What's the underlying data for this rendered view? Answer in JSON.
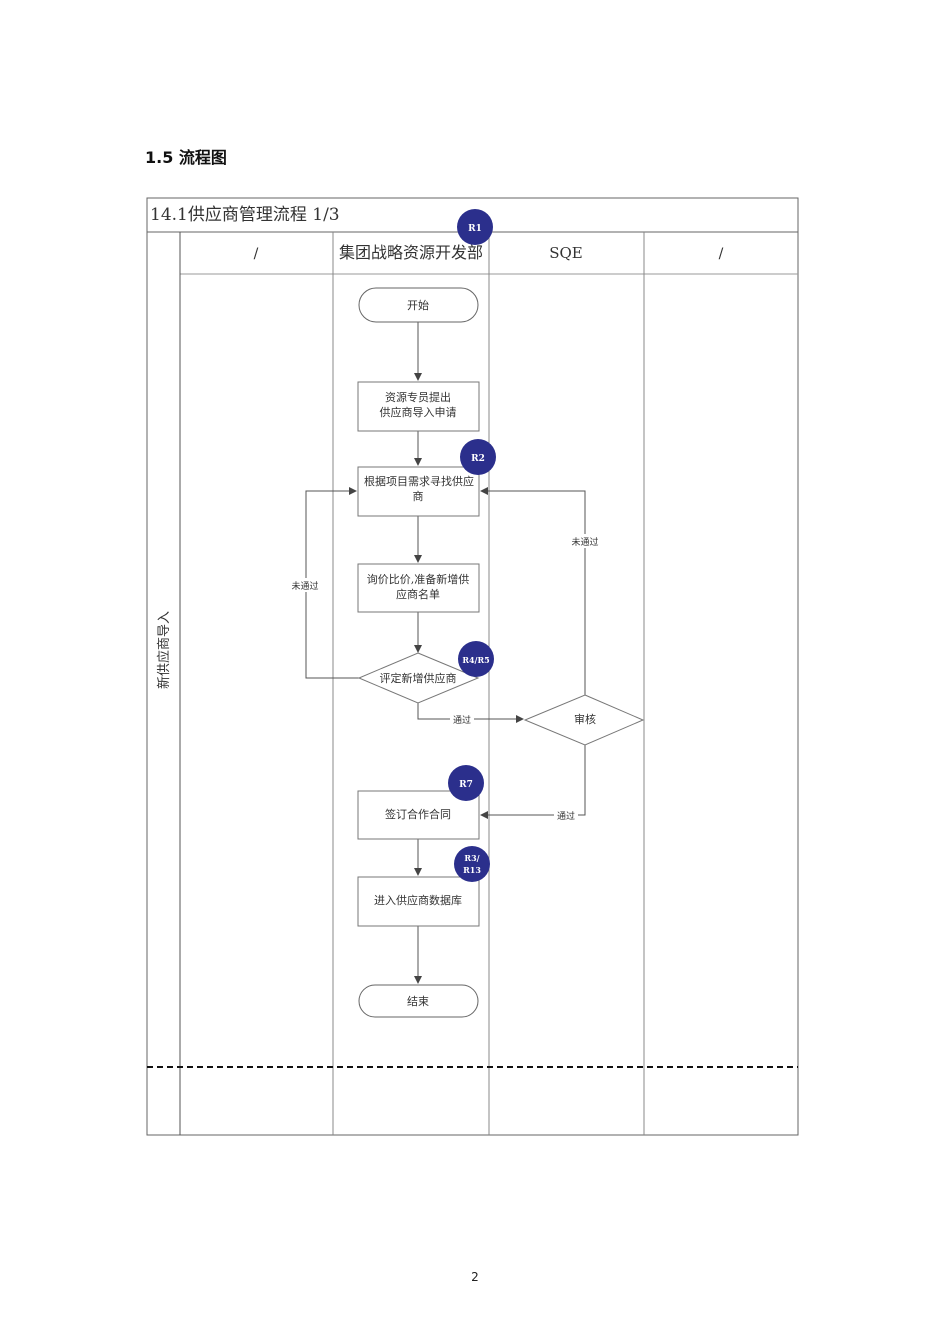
{
  "section_heading": "1.5 流程图",
  "page_number": "2",
  "diagram": {
    "title": "14.1供应商管理流程 1/3",
    "row_label": "新供应商导入",
    "lanes": [
      "/",
      "集团战略资源开发部",
      "SQE",
      "/"
    ],
    "nodes": {
      "start": "开始",
      "apply_line1": "资源专员提出",
      "apply_line2": "供应商导入申请",
      "search_line1": "根据项目需求寻找供应",
      "search_line2": "商",
      "quote_line1": "询价比价,准备新增供",
      "quote_line2": "应商名单",
      "evaluate": "评定新增供应商",
      "review": "审核",
      "contract": "签订合作合同",
      "database": "进入供应商数据库",
      "end": "结束"
    },
    "edge_labels": {
      "fail_left": "未通过",
      "fail_right": "未通过",
      "pass_to_review": "通过",
      "pass_to_contract": "通过"
    },
    "badges": {
      "r1": "R1",
      "r2": "R2",
      "r4r5": "R4/R5",
      "r7": "R7",
      "r3_line1": "R3/",
      "r3_line2": "R13"
    },
    "colors": {
      "badge_fill": "#2b2f8c",
      "line": "#555555",
      "border": "#666666"
    }
  }
}
